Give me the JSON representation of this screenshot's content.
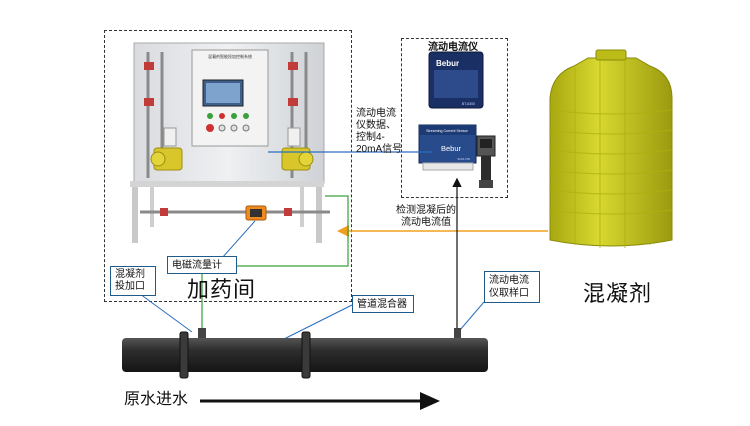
{
  "labels": {
    "analyzer_title": "流动电流仪",
    "signal_text": "流动电流\n仪数据、\n控制4-\n20mA信号",
    "detect_text": "检测混凝后的\n流动电流值",
    "flowmeter": "电磁流量计",
    "dosing_point": "混凝剂\n投加口",
    "dosing_room": "加药间",
    "pipe_mixer": "管道混合器",
    "sampling_point": "流动电流\n仪取样口",
    "coagulant": "混凝剂",
    "raw_water": "原水进水"
  },
  "device_text": {
    "panel_title": "混凝剂智能投加控制系统",
    "controller_brand": "Bebur",
    "controller_model": "BT-6300",
    "sensor_title": "Streaming Current Sensor",
    "sensor_brand": "Bebur",
    "sensor_model": "SCM-700"
  },
  "colors": {
    "box_border": "#1e5a8a",
    "signal_line": "#2a6fbd",
    "orange_line": "#f0a020",
    "green_line": "#3aa03a",
    "pipe": "#2e2e2e",
    "tank": "#c8c820"
  }
}
